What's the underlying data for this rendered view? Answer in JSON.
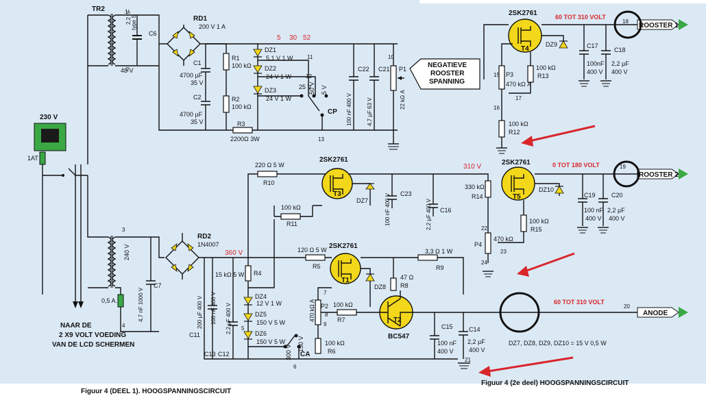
{
  "transformers": {
    "tr2": "TR2",
    "tr2_secondary": "48 V",
    "tr2_pin1": "1",
    "tr2_pin2": "2",
    "tr2_pin3": "3",
    "tr2_pin4": "4",
    "tr3_secondary": "240 V"
  },
  "mains": {
    "voltage": "230 V",
    "fuse": "1AT"
  },
  "rectifiers": {
    "rd1": "RD1",
    "rd1_rating": "200 V 1 A",
    "rd2": "RD2",
    "rd2_type": "1N4007"
  },
  "caps": {
    "c6": "C6",
    "c6_val": "2,2 nF",
    "c6_type": "type S",
    "c1": "C1",
    "c1_val": "4700 µF",
    "c1_v": "35 V",
    "c2": "C2",
    "c2_val": "4700 µF",
    "c2_v": "35 V",
    "c22": "C22",
    "c22_val": "100 nF 400 V",
    "c21": "C21",
    "c21_val": "4,7 µF 63 V",
    "c7": "C7",
    "c7_val": "4,7 nF 1000 V",
    "c11": "C11",
    "c11_val": "100 nF 400 V",
    "c13": "C13",
    "c13_val": "200 µF 400 V",
    "c12": "C12",
    "c12_val": "2,2 µF 400 V",
    "c23": "C23",
    "c23_val": "100 nF 400 V",
    "c16": "C16",
    "c16_val": "2,2 µF 400 V",
    "c15": "C15",
    "c15_val": "100 nF",
    "c15_v": "400 V",
    "c14": "C14",
    "c14_val": "2,2 µF",
    "c14_v": "400 V",
    "c17": "C17",
    "c17_val": "100nF",
    "c17_v": "400 V",
    "c18": "C18",
    "c18_val": "2,2 µF",
    "c18_v": "400 V",
    "c19": "C19",
    "c19_val": "100 nF",
    "c19_v": "400 V",
    "c20": "C20",
    "c20_val": "2,2 µF",
    "c20_v": "400 V"
  },
  "resistors": {
    "r1": "R1",
    "r1_val": "100 kΩ",
    "r2": "R2",
    "r2_val": "100 kΩ",
    "r3": "R3",
    "r3_val": "2200Ω 3W",
    "p1": "P1",
    "p1_val": "22 kΩ A",
    "r10": "R10",
    "r10_val": "220 Ω 5 W",
    "r11": "R11",
    "r11_val": "100 kΩ",
    "r4": "R4",
    "r4_val": "15 kΩ 5 W",
    "r5": "R5",
    "r5_val": "120 Ω 5 W",
    "p2": "P2",
    "p2_val": "470 kΩ A",
    "r7": "R7",
    "r7_val": "100 kΩ",
    "r6": "R6",
    "r6_val": "100 kΩ",
    "r8": "R8",
    "r8_val": "47 Ω",
    "r9": "R9",
    "r9_val": "3,3 Ω 1 W",
    "p3": "P3",
    "p3_val": "470 kΩ A",
    "r13": "R13",
    "r13_val": "100 kΩ",
    "r12": "R12",
    "r12_val": "100 kΩ",
    "r14": "R14",
    "r14_val": "330 kΩ",
    "p4": "P4",
    "p4_val": "470 kΩ",
    "r15": "R15",
    "r15_val": "100 kΩ"
  },
  "zeners": {
    "dz1": "DZ1",
    "dz1_val": "5,1 V 1 W",
    "dz2": "DZ2",
    "dz2_val": "24 V 1 W",
    "dz3": "DZ3",
    "dz3_val": "24 V 1 W",
    "dz4": "DZ4",
    "dz4_val": "12 V 1 W",
    "dz5": "DZ5",
    "dz5_val": "150 V 5 W",
    "dz6": "DZ6",
    "dz6_val": "150 V 5 W",
    "dz7": "DZ7",
    "dz8": "DZ8",
    "dz9": "DZ9",
    "dz10": "DZ10",
    "note": "DZ7, DZ8, DZ9, DZ10 = 15 V 0,5 W"
  },
  "transistors": {
    "t1": "T1",
    "t1_type": "2SK2761",
    "t2": "T2",
    "t2_type": "BC547",
    "t3": "T3",
    "t3_type": "2SK2761",
    "t4": "T4",
    "t4_type": "2SK2761",
    "t5": "T5",
    "t5_type": "2SK2761"
  },
  "switches": {
    "cp": "CP",
    "cp_25": "25 V",
    "cp_50": "50 V",
    "cp_5": "5 V",
    "ca": "CA",
    "ca_300": "300 V",
    "ca_150": "150 V",
    "fuse_sec": "0,5 A."
  },
  "voltages": {
    "v5": "5",
    "v30": "30",
    "v52": "52",
    "v360": "360 V",
    "v310": "310 V",
    "rooster1_range": "60 TOT 310 VOLT",
    "rooster2_range": "0 TOT 180 VOLT",
    "anode_range": "60 TOT 310 VOLT"
  },
  "outputs": {
    "rooster1": "ROOSTER 1",
    "rooster2": "ROOSTER 2",
    "anode": "ANODE",
    "pin18": "18",
    "pin19": "19",
    "pin20": "20"
  },
  "nodes": {
    "n5": "5",
    "n6": "6",
    "n7": "7",
    "n8": "8",
    "n9": "9",
    "n10": "10",
    "n11": "11",
    "n12": "12",
    "n13": "13",
    "n15": "15",
    "n16": "16",
    "n17": "17",
    "n21": "21",
    "n22": "22",
    "n23": "23",
    "n24": "24"
  },
  "neg_label": {
    "l1": "NEGATIEVE",
    "l2": "ROOSTER",
    "l3": "SPANNING"
  },
  "naar": {
    "l1": "NAAR DE",
    "l2": "2 X9 VOLT VOEDING",
    "l3": "VAN DE LCD SCHERMEN"
  },
  "captions": {
    "left": "Figuur 4 (DEEL 1).  HOOGSPANNINGSCIRCUIT",
    "right": "Figuur 4 (2e deel)  HOOGSPANNINGSCIRCUIT"
  },
  "colors": {
    "board": "#dbe9f5",
    "output_arrow": "#3aa845",
    "mosfet": "#f2d71a",
    "annotation_red": "#d8262b"
  }
}
